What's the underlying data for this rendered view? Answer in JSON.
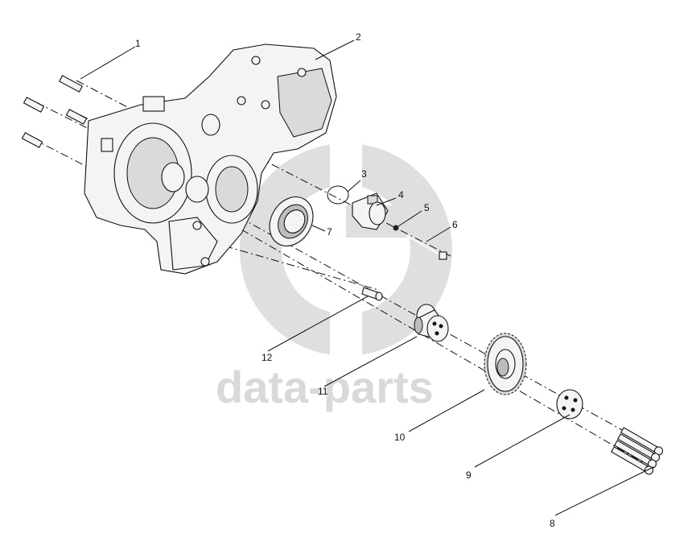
{
  "watermark": {
    "text": "data-parts"
  },
  "callouts": [
    "1",
    "2",
    "3",
    "4",
    "5",
    "6",
    "7",
    "8",
    "9",
    "10",
    "11",
    "12"
  ]
}
